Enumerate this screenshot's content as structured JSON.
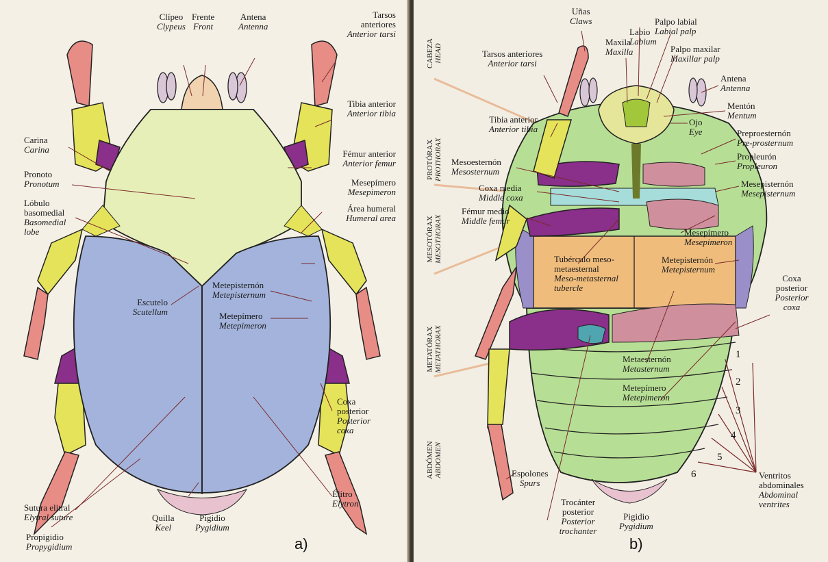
{
  "panels": {
    "a": "a)",
    "b": "b)"
  },
  "dorsal": {
    "clipeus": {
      "es": "Clípeo",
      "en": "Clypeus"
    },
    "front": {
      "es": "Frente",
      "en": "Front"
    },
    "antenna": {
      "es": "Antena",
      "en": "Antenna"
    },
    "anterior_tarsi": {
      "es": "Tarsos anteriores",
      "en": "Anterior tarsi"
    },
    "anterior_tibia": {
      "es": "Tibia anterior",
      "en": "Anterior tibia"
    },
    "carina": {
      "es": "Carina",
      "en": "Carina"
    },
    "anterior_femur": {
      "es": "Fémur anterior",
      "en": "Anterior femur"
    },
    "pronotum": {
      "es": "Pronoto",
      "en": "Pronotum"
    },
    "mesepimeron": {
      "es": "Mesepímero",
      "en": "Mesepimeron"
    },
    "basomedial_lobe": {
      "es": "Lóbulo basomedial",
      "en": "Basomedial lobe"
    },
    "humeral_area": {
      "es": "Área humeral",
      "en": "Humeral area"
    },
    "metepisternum": {
      "es": "Metepisternón",
      "en": "Metepisternum"
    },
    "scutellum": {
      "es": "Escutelo",
      "en": "Scutellum"
    },
    "metepimeron": {
      "es": "Metepímero",
      "en": "Metepimeron"
    },
    "posterior_coxa": {
      "es": "Coxa posterior",
      "en": "Posterior coxa"
    },
    "elytral_suture": {
      "es": "Sutura elitral",
      "en": "Elytral suture"
    },
    "elytron": {
      "es": "Élitro",
      "en": "Elytron"
    },
    "keel": {
      "es": "Quilla",
      "en": "Keel"
    },
    "pygidium": {
      "es": "Pigidio",
      "en": "Pygidium"
    },
    "propygidium": {
      "es": "Propigidio",
      "en": "Propygidium"
    }
  },
  "ventral": {
    "regions": {
      "head": {
        "es": "CABEZA",
        "en": "HEAD"
      },
      "prothorax": {
        "es": "PROTÓRAX",
        "en": "PROTHORAX"
      },
      "mesothorax": {
        "es": "MESOTÓRAX",
        "en": "MESOTHORAX"
      },
      "metathorax": {
        "es": "METATÓRAX",
        "en": "METATHORAX"
      },
      "abdomen": {
        "es": "ABDÓMEN",
        "en": "ABDOMEN"
      }
    },
    "claws": {
      "es": "Uñas",
      "en": "Claws"
    },
    "labial_palp": {
      "es": "Palpo labial",
      "en": "Labial palp"
    },
    "labium": {
      "es": "Labio",
      "en": "Labium"
    },
    "anterior_tarsi": {
      "es": "Tarsos anteriores",
      "en": "Anterior tarsi"
    },
    "maxilla": {
      "es": "Maxila",
      "en": "Maxilla"
    },
    "maxillar_palp": {
      "es": "Palpo maxilar",
      "en": "Maxillar palp"
    },
    "antenna": {
      "es": "Antena",
      "en": "Antenna"
    },
    "mentum": {
      "es": "Mentón",
      "en": "Mentum"
    },
    "anterior_tibia": {
      "es": "Tibia anterior",
      "en": "Anterior tibia"
    },
    "eye": {
      "es": "Ojo",
      "en": "Eye"
    },
    "pre_prosternum": {
      "es": "Preproesternón",
      "en": "Pre-prosternum"
    },
    "mesosternum": {
      "es": "Mesoesternón",
      "en": "Mesosternum"
    },
    "propleuron": {
      "es": "Propleurón",
      "en": "Propleuron"
    },
    "middle_coxa": {
      "es": "Coxa media",
      "en": "Middle coxa"
    },
    "mesepisternum": {
      "es": "Mesepisternón",
      "en": "Mesepisternum"
    },
    "middle_femur": {
      "es": "Fémur medio",
      "en": "Middle femur"
    },
    "mesepimeron": {
      "es": "Mesepímero",
      "en": "Mesepimeron"
    },
    "tubercle_es1": "Tubérculo meso-",
    "tubercle_es2": "metaesternal",
    "tubercle_en1": "Meso-metasternal",
    "tubercle_en2": "tubercle",
    "metepisternum": {
      "es": "Metepisternón",
      "en": "Metepisternum"
    },
    "posterior_coxa": {
      "es": "Coxa posterior",
      "en": "Posterior coxa"
    },
    "metasternum": {
      "es": "Metaesternón",
      "en": "Metasternum"
    },
    "metepimeron": {
      "es": "Metepímero",
      "en": "Metepimeron"
    },
    "spurs": {
      "es": "Espolones",
      "en": "Spurs"
    },
    "posterior_trochanter": {
      "es": "Trocánter posterior",
      "en": "Posterior trochanter"
    },
    "ventrites": {
      "es": "Ventritos abdominales",
      "en": "Abdominal ventrites"
    },
    "pygidium": {
      "es": "Pigidio",
      "en": "Pygidium"
    },
    "numbers": [
      "1",
      "2",
      "3",
      "4",
      "5",
      "6"
    ]
  },
  "colors": {
    "elytra": "#a3b3dc",
    "pronotum": "#e7efb8",
    "leg_yellow": "#e4e35a",
    "tarsus": "#e88c86",
    "femur": "#8a2f8a",
    "sternum": "#efbc7c",
    "abdomen": "#b7de95",
    "coxa": "#cf8f9c"
  }
}
